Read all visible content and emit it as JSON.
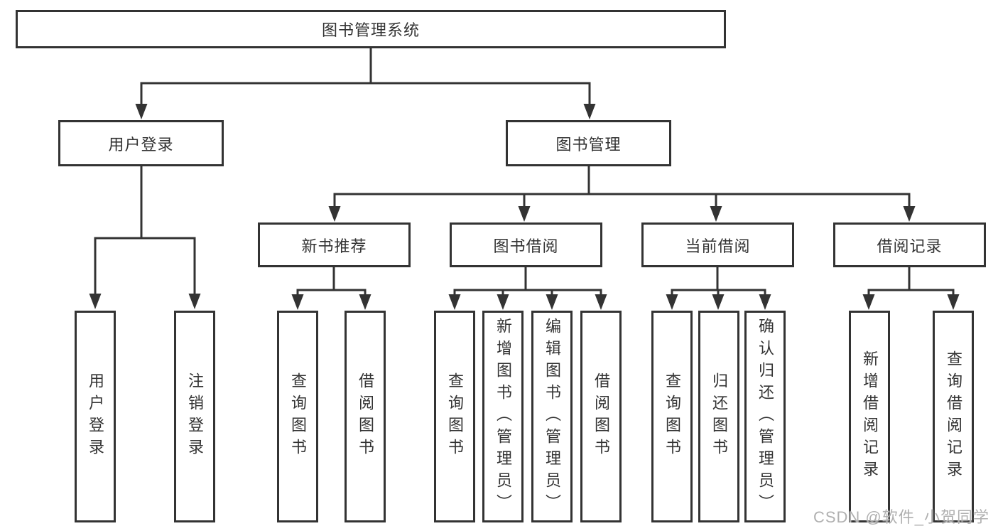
{
  "diagram_title": "图书管理系统",
  "nodes": {
    "root": "图书管理系统",
    "user_login": "用户登录",
    "book_mgmt": "图书管理",
    "new_book_rec": "新书推荐",
    "book_borrow": "图书借阅",
    "current_borrow": "当前借阅",
    "borrow_records": "借阅记录",
    "leaf_user_login": "用户登录",
    "leaf_logout": "注销登录",
    "leaf_nbr_query": "查询图书",
    "leaf_nbr_borrow": "借阅图书",
    "leaf_bb_query": "查询图书",
    "leaf_bb_add": "新增图书（管理员）",
    "leaf_bb_edit": "编辑图书（管理员）",
    "leaf_bb_borrow": "借阅图书",
    "leaf_cb_query": "查询图书",
    "leaf_cb_return": "归还图书",
    "leaf_cb_confirm": "确认归还（管理员）",
    "leaf_br_add": "新增借阅记录",
    "leaf_br_query": "查询借阅记录"
  },
  "colors": {
    "line": "#333333",
    "box_border": "#333333",
    "box_fill": "#ffffff",
    "text": "#333333",
    "watermark": "#b0b0b0",
    "background": "#ffffff"
  },
  "watermark": "CSDN @软件_小贺同学"
}
